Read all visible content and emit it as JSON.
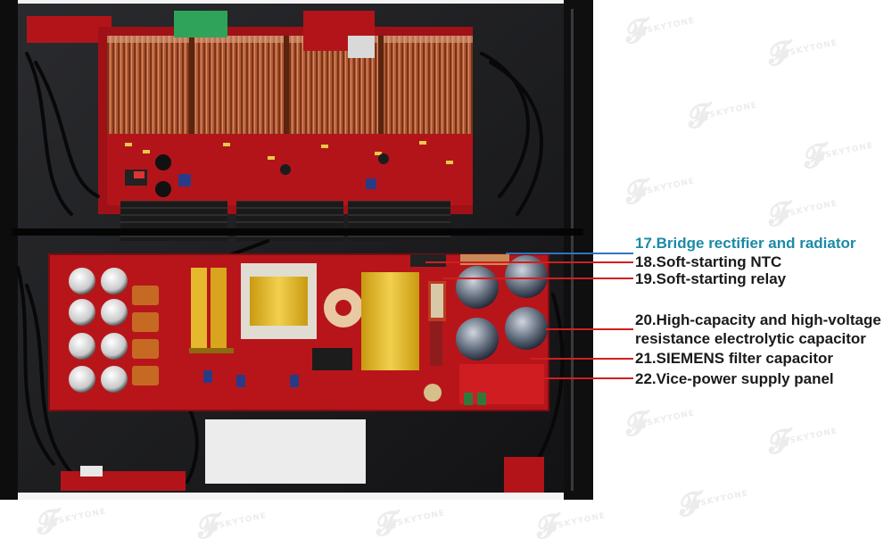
{
  "watermark": "SKYTONE",
  "colors": {
    "chassis": "#1c1c1e",
    "pcb_red": "#b3141a",
    "heatsink": "#b8603c",
    "callout_accent": "#1b8aa8",
    "callout_text": "#1a1a1a",
    "leader_red": "#d21e1e",
    "leader_blue": "#2f74c0"
  },
  "callouts": [
    {
      "text": "17.Bridge rectifier and radiator"
    },
    {
      "text": "18.Soft-starting NTC"
    },
    {
      "text": "19.Soft-starting relay"
    },
    {
      "text": "20.High-capacity and high-voltage"
    },
    {
      "text": "resistance electrolytic capacitor"
    },
    {
      "text": "21.SIEMENS filter capacitor"
    },
    {
      "text": "22.Vice-power supply panel"
    }
  ]
}
